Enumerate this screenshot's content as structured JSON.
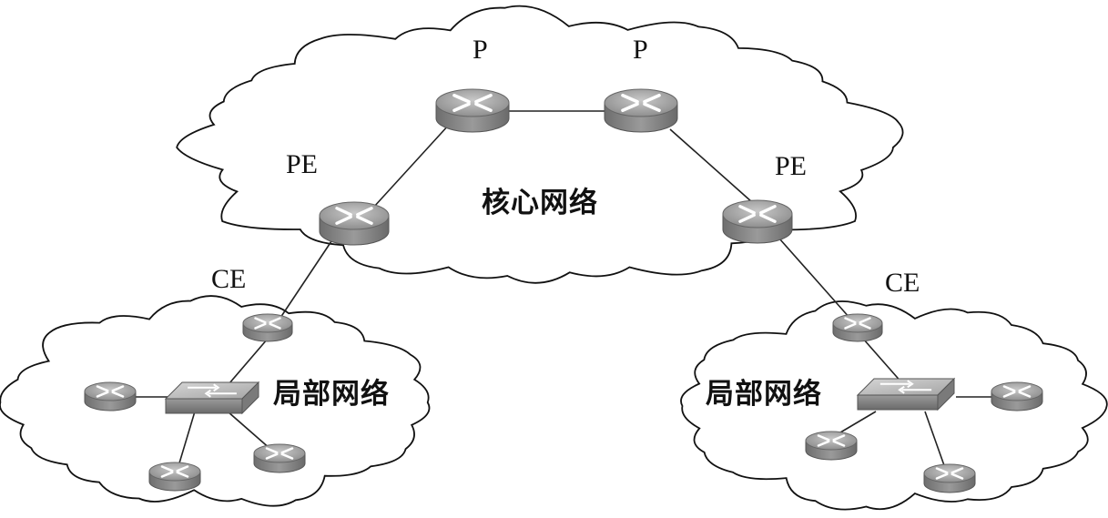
{
  "labels": {
    "p_left": "P",
    "p_right": "P",
    "pe_left": "PE",
    "pe_right": "PE",
    "ce_left": "CE",
    "ce_right": "CE",
    "core": "核心网络",
    "local_left": "局部网络",
    "local_right": "局部网络"
  },
  "colors": {
    "cloud_stroke": "#111111",
    "router_fill": "#8a8a8a",
    "router_top": "#a8a8a8",
    "link": "#222222"
  },
  "icons": {
    "router": "router-icon",
    "switch": "switch-icon",
    "cloud": "cloud-shape"
  }
}
